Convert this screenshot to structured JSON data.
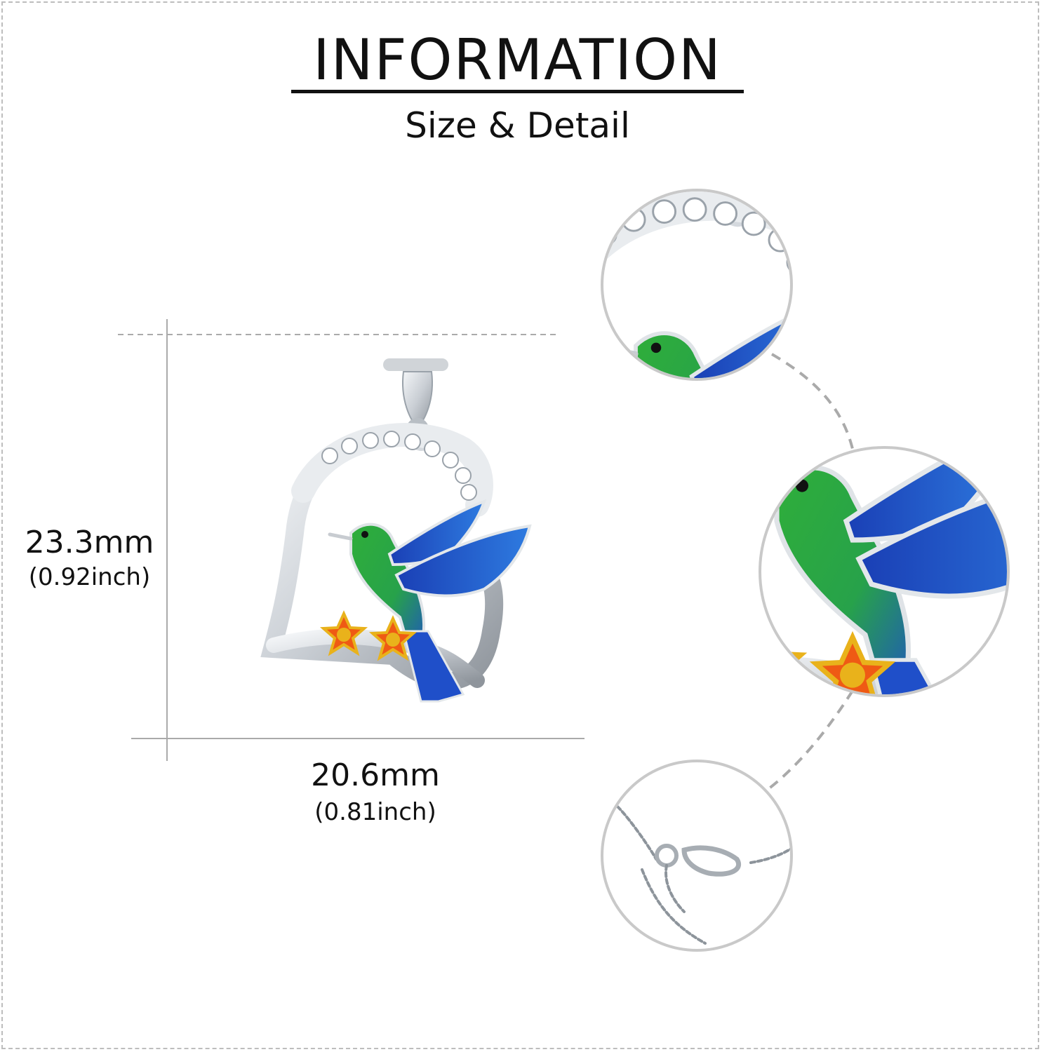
{
  "header": {
    "title": "INFORMATION",
    "subtitle": "Size & Detail"
  },
  "dimensions": {
    "height": {
      "mm": "23.3mm",
      "inch": "(0.92inch)"
    },
    "width": {
      "mm": "20.6mm",
      "inch": "(0.81inch)"
    }
  },
  "colors": {
    "silver": "#d9dde2",
    "enamel_blue": "#1f4fc9",
    "enamel_green": "#2fae3a",
    "flower_orange": "#ef5a14",
    "flower_gold": "#e9b21b",
    "guide_line": "#aaaaaa"
  },
  "details": [
    "crystal-arc-closeup",
    "hummingbird-closeup",
    "chain-clasp-closeup"
  ]
}
